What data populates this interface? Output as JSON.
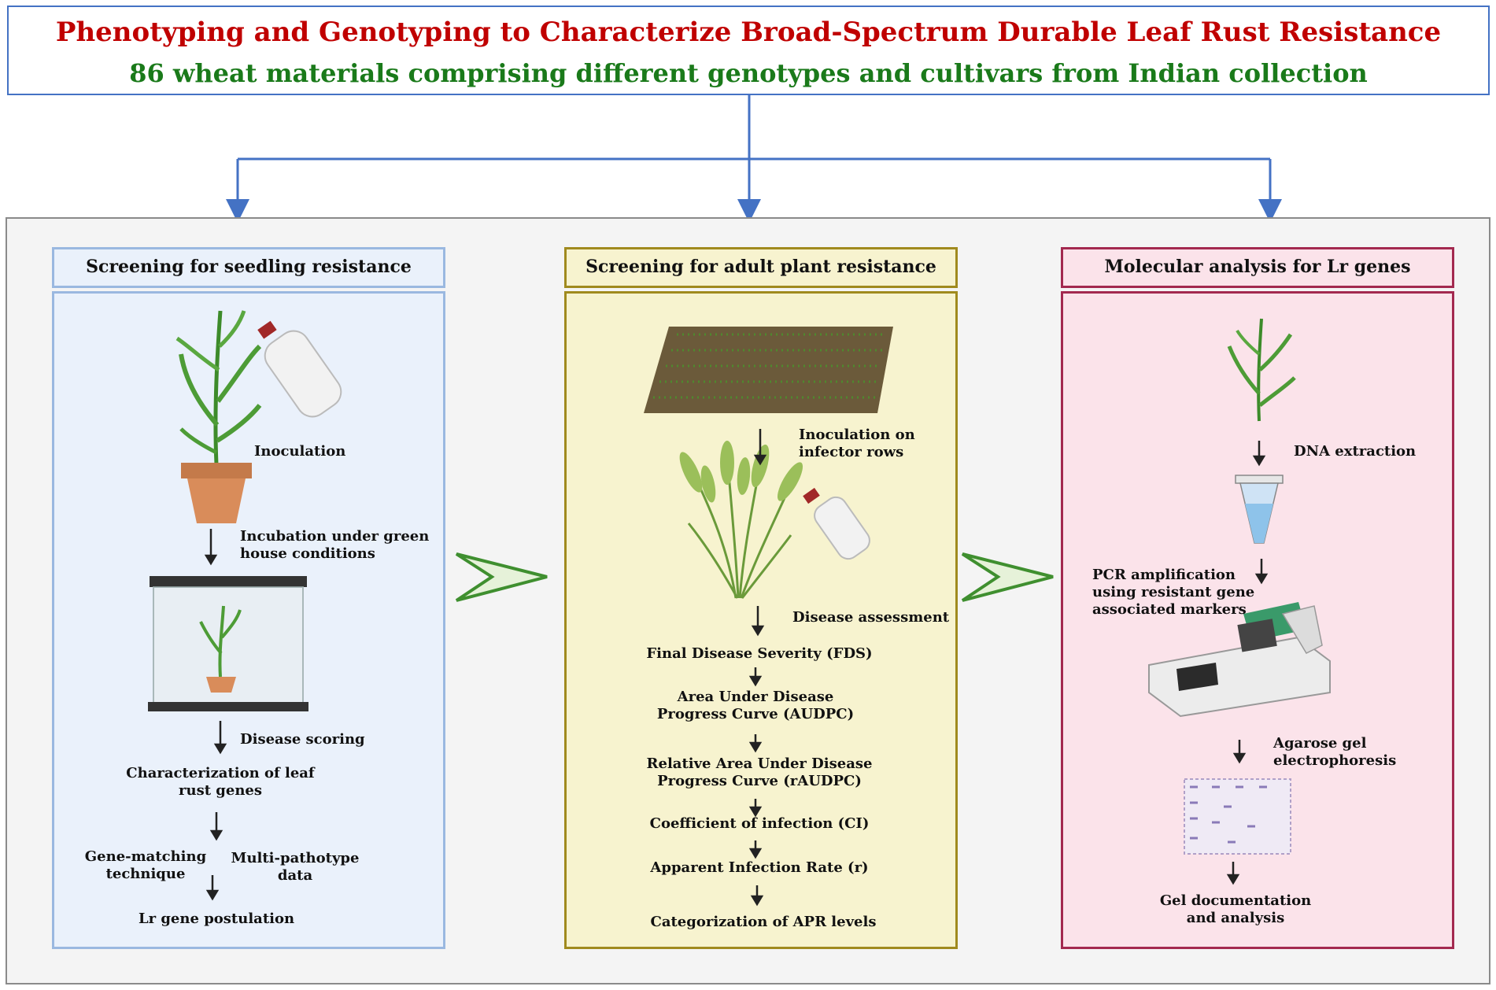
{
  "header": {
    "title": "Phenotyping and Genotyping to Characterize Broad-Spectrum Durable Leaf Rust Resistance",
    "subtitle": "86 wheat materials comprising different genotypes and cultivars from Indian collection"
  },
  "colors": {
    "title_red": "#c00000",
    "subtitle_green": "#1a7a1a",
    "connector_blue": "#4472c4",
    "seedling_fill": "#eaf1fb",
    "seedling_border": "#9ab8e0",
    "adult_fill": "#f7f3cf",
    "adult_border": "#a08a1e",
    "molecular_fill": "#fbe3ea",
    "molecular_border": "#a3294f"
  },
  "columns": {
    "seedling": {
      "heading": "Screening for seedling resistance",
      "steps": {
        "inoculation": "Inoculation",
        "incubation_1": "Incubation under green",
        "incubation_2": "house conditions",
        "disease_scoring": "Disease scoring",
        "characterization_1": "Characterization of leaf",
        "characterization_2": "rust genes",
        "gene_matching_1": "Gene-matching",
        "gene_matching_2": "technique",
        "multi_pathotype_1": "Multi-pathotype",
        "multi_pathotype_2": "data",
        "postulation": "Lr gene postulation"
      }
    },
    "adult": {
      "heading": "Screening for adult plant resistance",
      "steps": {
        "inoculation_1": "Inoculation on",
        "inoculation_2": "infector rows",
        "disease_assessment": "Disease assessment",
        "fds": "Final Disease Severity (FDS)",
        "audpc_1": "Area Under Disease",
        "audpc_2": "Progress Curve (AUDPC)",
        "raudpc_1": "Relative Area Under Disease",
        "raudpc_2": "Progress Curve (rAUDPC)",
        "ci": "Coefficient of infection (CI)",
        "air": "Apparent Infection Rate (r)",
        "apr": "Categorization of APR levels"
      }
    },
    "molecular": {
      "heading": "Molecular analysis for Lr genes",
      "steps": {
        "dna": "DNA extraction",
        "pcr_1": "PCR amplification",
        "pcr_2": "using resistant gene",
        "pcr_3": "associated markers",
        "gel_1": "Agarose gel",
        "gel_2": "electrophoresis",
        "doc_1": "Gel documentation",
        "doc_2": "and analysis"
      }
    }
  },
  "icons": [
    "wheat-plant-icon",
    "spray-bottle-icon",
    "flower-pot-icon",
    "glass-chamber-icon",
    "field-plot-icon",
    "wheat-crop-icon",
    "microtube-icon",
    "pcr-machine-icon",
    "gel-plate-icon",
    "chevron-arrow-icon"
  ]
}
